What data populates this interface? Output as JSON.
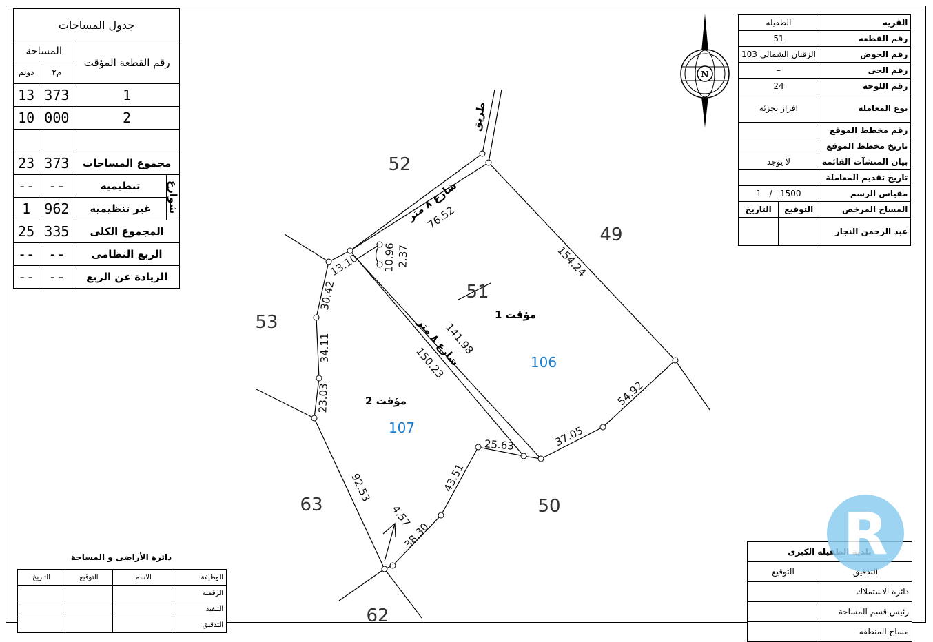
{
  "areas_table": {
    "title": "جدول المساحات",
    "col_parcel": "رقم القطعة المؤقت",
    "col_area": "المساحة",
    "col_m2": "م٢",
    "col_dunum": "دونم",
    "rows": [
      {
        "parcel": "1",
        "m2": "373",
        "dunum": "13"
      },
      {
        "parcel": "2",
        "m2": "000",
        "dunum": "10"
      }
    ],
    "total_label": "مجموع المساحات",
    "total": {
      "m2": "373",
      "dunum": "23"
    },
    "streets_label": "شوارع",
    "organized_label": "تنظيميه",
    "organized": {
      "m2": "--",
      "dunum": "--"
    },
    "unorganized_label": "غير تنظيميه",
    "unorganized": {
      "m2": "962",
      "dunum": "1"
    },
    "grand_label": "المجموع الكلى",
    "grand": {
      "m2": "335",
      "dunum": "25"
    },
    "quarter_label": "الربع النظامى",
    "quarter": {
      "m2": "--",
      "dunum": "--"
    },
    "excess_label": "الزيادة عن الربع",
    "excess": {
      "m2": "--",
      "dunum": "--"
    }
  },
  "info_table": {
    "village_label": "القريه",
    "village": "الطفيله",
    "parcel_label": "رقم القطعه",
    "parcel": "51",
    "basin_label": "رقم الحوض",
    "basin": "103 الزقنان الشمالى",
    "district_label": "رقم الحى",
    "district": "–",
    "sheet_label": "رقم اللوحه",
    "sheet": "24",
    "transaction_label": "نوع المعامله",
    "transaction": "افراز تجزئه",
    "siteplan_no_label": "رقم مخطط الموقع",
    "siteplan_date_label": "تاريخ مخطط الموقع",
    "buildings_label": "بيان المنشآت القائمة",
    "buildings": "لا يوجد",
    "submit_date_label": "تاريخ تقديم المعاملة",
    "scale_label": "مقياس الرسم",
    "scale_left": "1",
    "scale_sep": "/",
    "scale_right": "1500",
    "surveyor_label": "المساح المرخص",
    "signature_label": "التوقيع",
    "date_label": "التاريخ",
    "surveyor_name": "عبد الرحمن النجار"
  },
  "sign_table": {
    "title": "دائرة الأراضى و المساحة",
    "col_job": "الوظيفة",
    "col_name": "الاسم",
    "col_signature": "التوقيع",
    "col_date": "التاريخ",
    "rows": [
      "الرقمنه",
      "التنفيذ",
      "التدقيق"
    ]
  },
  "municipality_table": {
    "title": "بلدية الطفيله الكبرى",
    "audit_label": "التدقيق",
    "signature_label": "التوقيع",
    "row2": "دائرة الاستملاك",
    "row3": "رئيس قسم المساحة",
    "row4": "مساح المنطقه"
  },
  "map": {
    "north_label": "N",
    "neighbors": [
      "52",
      "49",
      "53",
      "63",
      "50",
      "62"
    ],
    "parcel_old_label": "51",
    "road_label": "طريق",
    "street_top_label": "شارع ٨ متر",
    "street_mid_label": "شارع ٨ متر",
    "lot1_label": "1 مؤقت",
    "lot2_label": "2 مؤقت",
    "lot1_id": "106",
    "lot2_id": "107",
    "dims": {
      "top": "76.52",
      "right": "154.24",
      "mid_upper": "141.98",
      "mid_lower": "150.23",
      "se1": "54.92",
      "se2": "37.05",
      "s1": "25.63",
      "s2": "43.51",
      "s3": "38.30",
      "sw": "92.53",
      "w1": "23.03",
      "w2": "34.11",
      "w3": "30.42",
      "nw": "13.10",
      "arc1": "10.96",
      "arc2": "2.37",
      "arrow": "4.57"
    }
  }
}
